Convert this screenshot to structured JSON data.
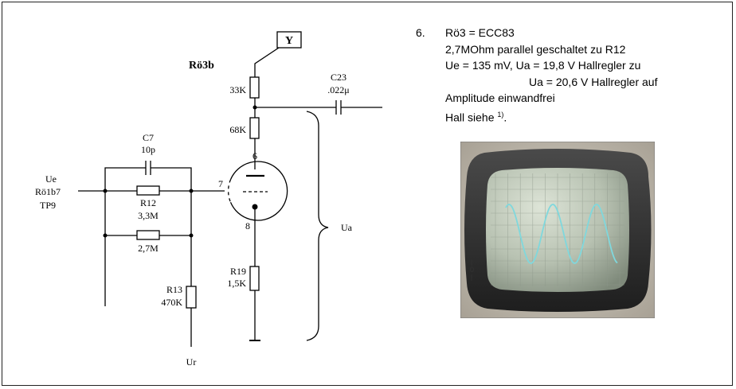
{
  "circuit": {
    "tube_name": "Rö3b",
    "output_label": "Y",
    "r_33k": "33K",
    "r_68k": "68K",
    "c23_name": "C23",
    "c23_value": ".022μ",
    "c7_name": "C7",
    "c7_value": "10p",
    "input_ue": "Ue",
    "input_source": "Rö1b7",
    "input_tp": "TP9",
    "r12_name": "R12",
    "r12_value": "3,3M",
    "r_parallel_value": "2,7M",
    "r13_name": "R13",
    "r13_value": "470K",
    "r19_name": "R19",
    "r19_value": "1,5K",
    "pin_anode": "6",
    "pin_grid": "7",
    "pin_cathode": "8",
    "ua_label": "Ua",
    "ur_label": "Ur"
  },
  "notes": {
    "number": "6.",
    "line1": "Rö3 = ECC83",
    "line2": "2,7MOhm parallel geschaltet zu R12",
    "line3": "Ue = 135 mV,  Ua = 19,8 V  Hallregler zu",
    "line4": "Ua = 20,6 V  Hallregler auf",
    "line5": "Amplitude einwandfrei",
    "line6_text": "Hall siehe ",
    "line6_sup": "1)",
    "line6_end": "."
  },
  "scope": {
    "side_marker": "0",
    "trace_color": "#7fd8dd",
    "bezel_color": "#2e2e2e"
  }
}
